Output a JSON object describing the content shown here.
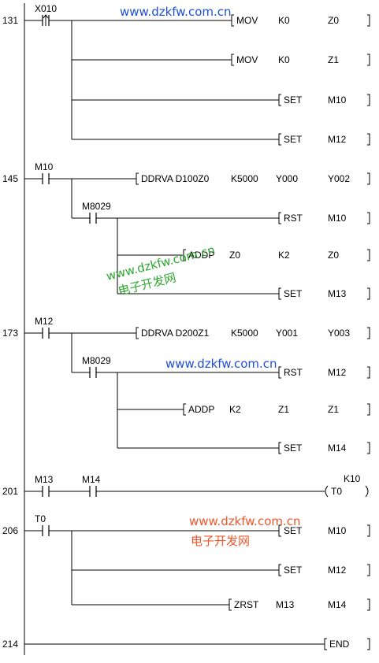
{
  "watermark": {
    "url": "www.dzkfw.com.cn",
    "name": "电子开发网",
    "blue": "#1e4fd8",
    "green": "#2ea62e",
    "orange": "#f0552a"
  },
  "rungs": [
    {
      "step": "131",
      "contacts": [
        {
          "label": "X010",
          "type": "rising-edge"
        }
      ],
      "outputs": [
        {
          "kind": "instruction",
          "op": "MOV",
          "a": "K0",
          "b": "Z0"
        },
        {
          "kind": "instruction",
          "op": "MOV",
          "a": "K0",
          "b": "Z1"
        },
        {
          "kind": "instruction",
          "op": "SET",
          "b": "M10"
        },
        {
          "kind": "instruction",
          "op": "SET",
          "b": "M12"
        }
      ]
    },
    {
      "step": "145",
      "contacts": [
        {
          "label": "M10",
          "type": "no"
        }
      ],
      "outputs": [
        {
          "kind": "instruction",
          "op": "DDRVA D100Z0",
          "a": "K5000",
          "b": "Y000",
          "c": "Y002"
        }
      ],
      "sub": {
        "contact": {
          "label": "M8029",
          "type": "no"
        },
        "outputs": [
          {
            "kind": "instruction",
            "op": "RST",
            "b": "M10"
          },
          {
            "kind": "instruction",
            "op": "ADDP",
            "a": "Z0",
            "b": "K2",
            "c": "Z0"
          },
          {
            "kind": "instruction",
            "op": "SET",
            "b": "M13"
          }
        ]
      }
    },
    {
      "step": "173",
      "contacts": [
        {
          "label": "M12",
          "type": "no"
        }
      ],
      "outputs": [
        {
          "kind": "instruction",
          "op": "DDRVA D200Z1",
          "a": "K5000",
          "b": "Y001",
          "c": "Y003"
        }
      ],
      "sub": {
        "contact": {
          "label": "M8029",
          "type": "no"
        },
        "outputs": [
          {
            "kind": "instruction",
            "op": "RST",
            "b": "M12"
          },
          {
            "kind": "instruction",
            "op": "ADDP",
            "a": "K2",
            "b": "Z1",
            "c": "Z1"
          },
          {
            "kind": "instruction",
            "op": "SET",
            "b": "M14"
          }
        ]
      }
    },
    {
      "step": "201",
      "contacts": [
        {
          "label": "M13",
          "type": "no"
        },
        {
          "label": "M14",
          "type": "no"
        }
      ],
      "outputs": [
        {
          "kind": "coil",
          "label": "T0",
          "setting": "K10"
        }
      ]
    },
    {
      "step": "206",
      "contacts": [
        {
          "label": "T0",
          "type": "no"
        }
      ],
      "outputs": [
        {
          "kind": "instruction",
          "op": "SET",
          "b": "M10"
        },
        {
          "kind": "instruction",
          "op": "SET",
          "b": "M12"
        },
        {
          "kind": "instruction",
          "op": "ZRST",
          "a": "M13",
          "b": "M14"
        }
      ]
    },
    {
      "step": "214",
      "contacts": [],
      "outputs": [
        {
          "kind": "instruction",
          "op": "END"
        }
      ]
    }
  ]
}
